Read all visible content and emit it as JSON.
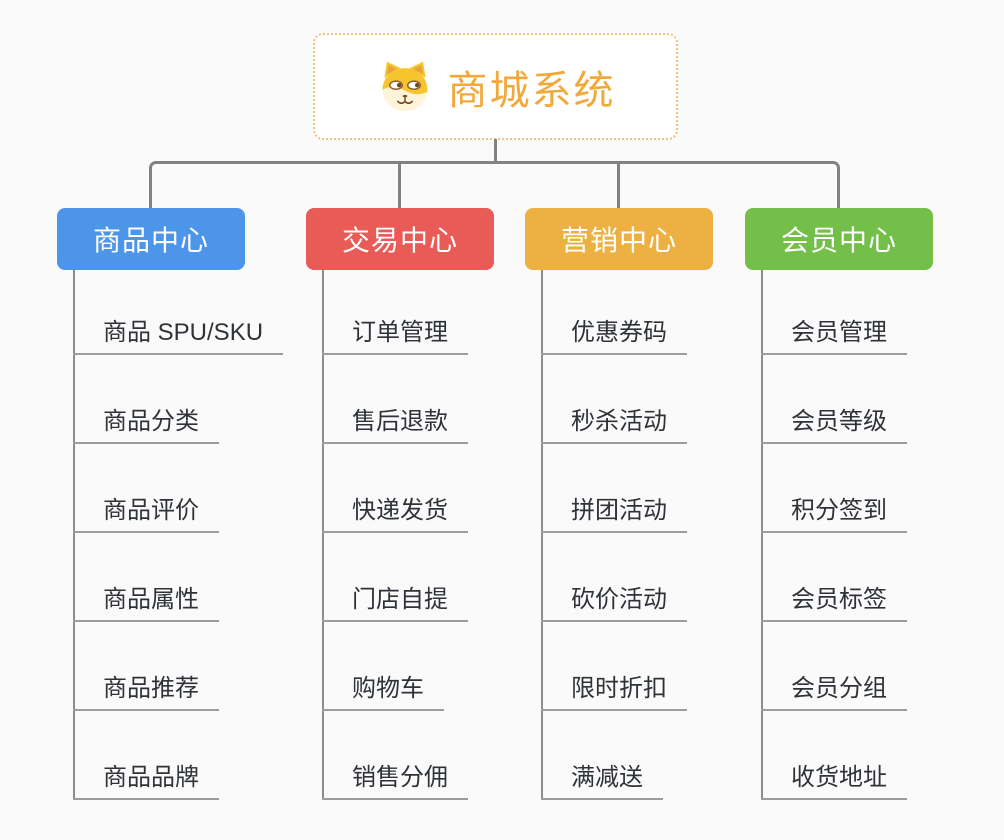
{
  "root": {
    "title": "商城系统",
    "icon": "dog-face-icon"
  },
  "branches": [
    {
      "label": "商品中心",
      "color": "#4d95e9",
      "children": [
        "商品 SPU/SKU",
        "商品分类",
        "商品评价",
        "商品属性",
        "商品推荐",
        "商品品牌"
      ]
    },
    {
      "label": "交易中心",
      "color": "#e95b57",
      "children": [
        "订单管理",
        "售后退款",
        "快递发货",
        "门店自提",
        "购物车",
        "销售分佣"
      ]
    },
    {
      "label": "营销中心",
      "color": "#edb042",
      "children": [
        "优惠券码",
        "秒杀活动",
        "拼团活动",
        "砍价活动",
        "限时折扣",
        "满减送"
      ]
    },
    {
      "label": "会员中心",
      "color": "#73bf49",
      "children": [
        "会员管理",
        "会员等级",
        "积分签到",
        "会员标签",
        "会员分组",
        "收货地址"
      ]
    }
  ],
  "colors": {
    "background": "#fafafa",
    "root_text": "#f2a93c",
    "root_border": "#f0c183",
    "connector": "#828282",
    "leaf_line": "#9c9c9c",
    "leaf_text": "#2f3338"
  }
}
